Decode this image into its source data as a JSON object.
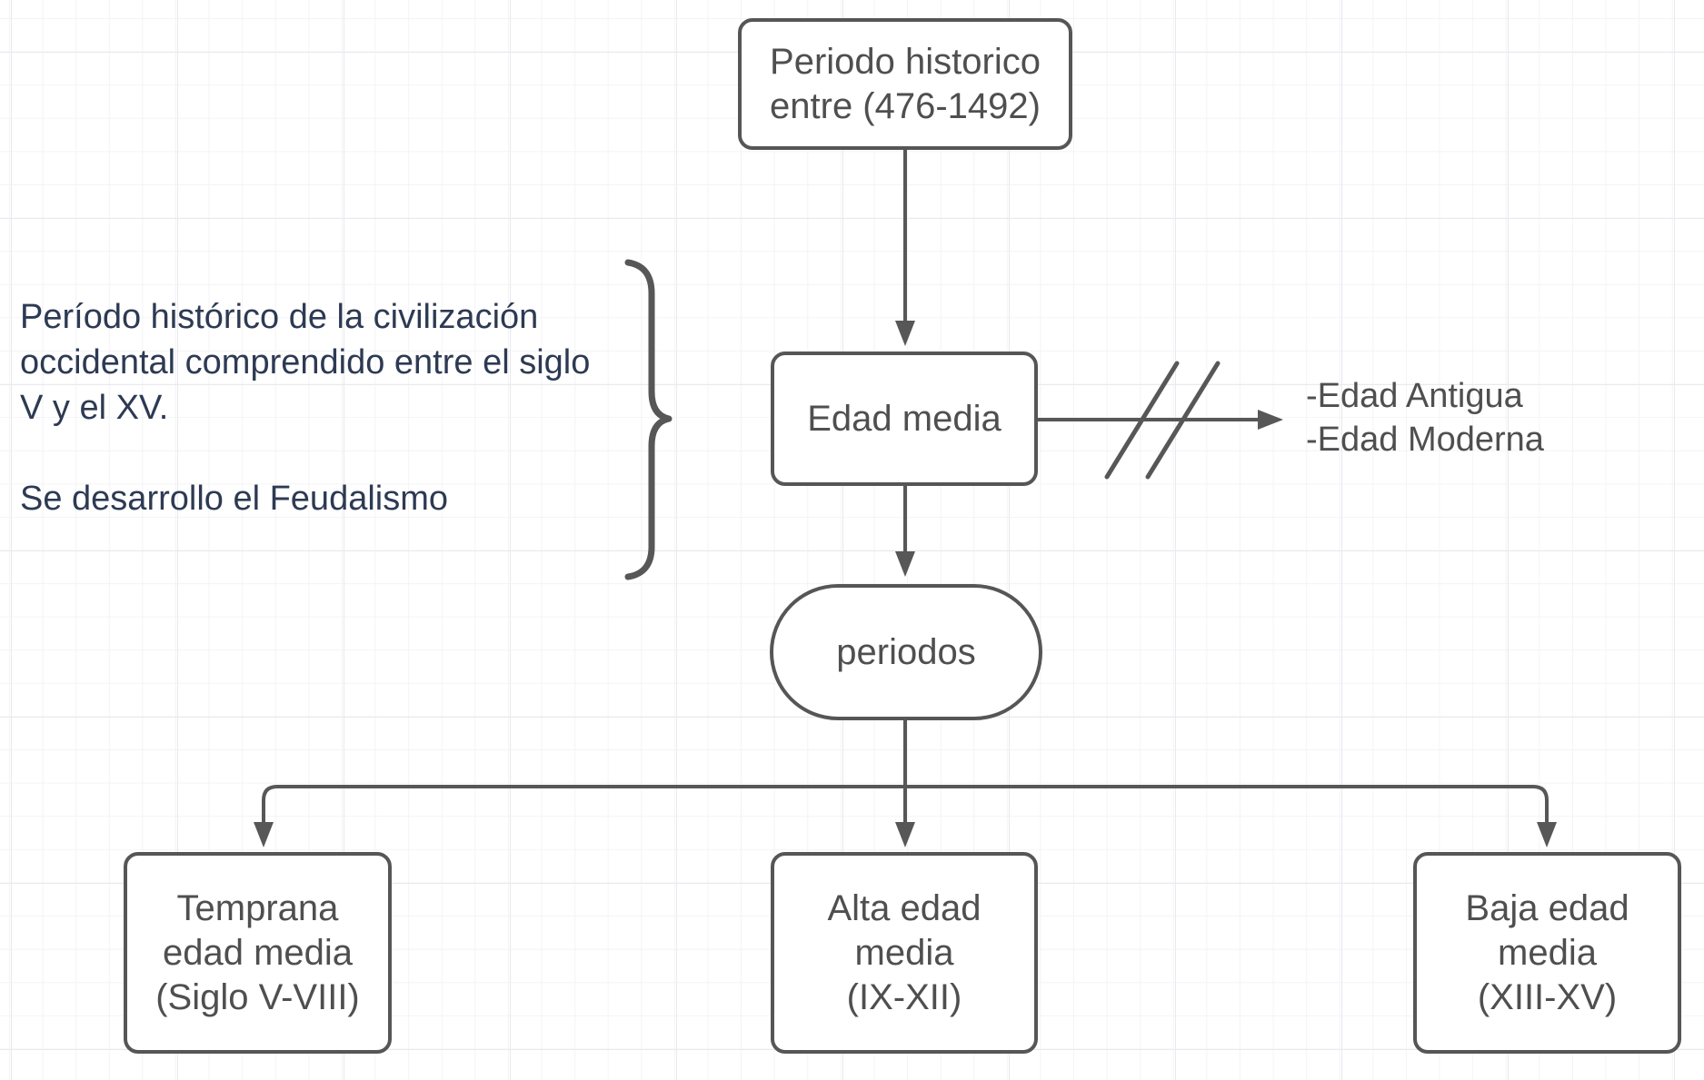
{
  "colors": {
    "stroke": "#575757",
    "shape_border": "#565656",
    "shape_text": "#4f4f4f",
    "note_text": "#2d3a53",
    "canvas_bg": "#ffffff",
    "grid_minor": "#f4f4f7",
    "grid_major": "#e9e9ee"
  },
  "nodes": {
    "root": {
      "label": "Periodo historico\nentre (476-1492)"
    },
    "edad_media": {
      "label": "Edad media"
    },
    "periodos": {
      "label": "periodos"
    },
    "temprana": {
      "label": "Temprana\nedad media\n(Siglo V-VIII)"
    },
    "alta": {
      "label": "Alta edad\nmedia\n(IX-XII)"
    },
    "baja": {
      "label": "Baja edad\nmedia\n(XIII-XV)"
    }
  },
  "annotations": {
    "definition_note": "Período histórico de la civilización\noccidental comprendido entre el siglo\nV y el XV.\n\nSe desarrollo el Feudalismo",
    "excluded_periods": "-Edad Antigua\n-Edad Moderna"
  }
}
